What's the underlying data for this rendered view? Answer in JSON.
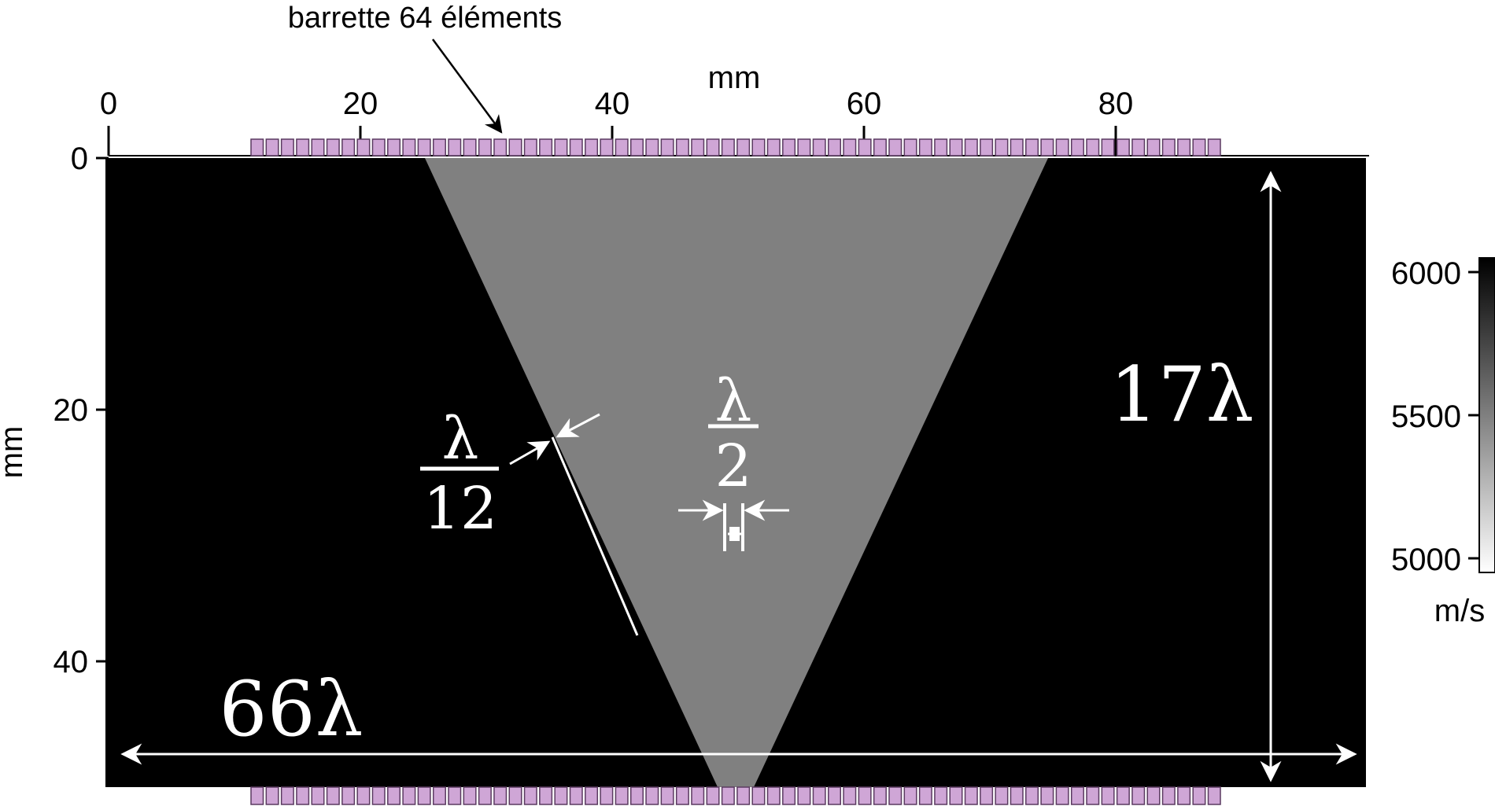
{
  "annotation": "barrette 64 éléments",
  "top_axis": {
    "label": "mm",
    "ticks": [
      "0",
      "20",
      "40",
      "60",
      "80"
    ]
  },
  "left_axis": {
    "label": "mm",
    "ticks": [
      "0",
      "20",
      "40"
    ]
  },
  "colorbar": {
    "ticks": [
      "6000",
      "5500",
      "5000"
    ],
    "unit": "m/s",
    "range": [
      5000,
      6000
    ]
  },
  "labels": {
    "width": "66λ",
    "height": "17λ",
    "half_lambda_num": "λ",
    "half_lambda_den": "2",
    "twelfth_lambda_num": "λ",
    "twelfth_lambda_den": "12"
  },
  "array": {
    "element_count": 64,
    "color": "#cfa6d6"
  },
  "colors": {
    "background_medium": "#000000",
    "wedge": "#808080",
    "annotation": "#ffffff"
  }
}
